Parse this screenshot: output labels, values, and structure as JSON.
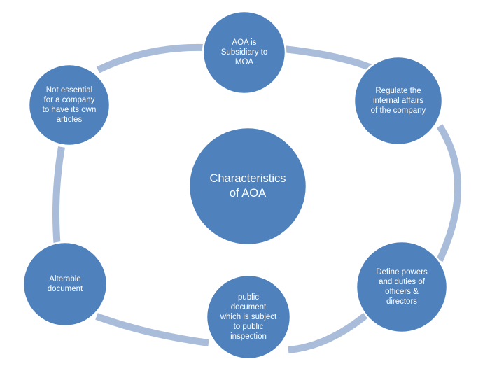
{
  "diagram": {
    "center": {
      "label": "Characteristics\nof AOA"
    },
    "nodes": [
      {
        "id": "top",
        "label": "AOA is\nSubsidiary to\nMOA"
      },
      {
        "id": "upper-right",
        "label": "Regulate the\ninternal affairs\nof the company"
      },
      {
        "id": "lower-right",
        "label": "Define powers\nand duties of\nofficers &\ndirectors"
      },
      {
        "id": "bottom",
        "label": "public\ndocument\nwhich is subject\nto public\ninspection"
      },
      {
        "id": "lower-left",
        "label": "Alterable\ndocument"
      },
      {
        "id": "upper-left",
        "label": "Not essential\nfor a company\nto have its own\narticles"
      }
    ],
    "colors": {
      "circle_fill": "#4f81bd",
      "circle_stroke": "#ffffff",
      "arc_fill": "#a9bcd9",
      "text": "#ffffff"
    }
  }
}
